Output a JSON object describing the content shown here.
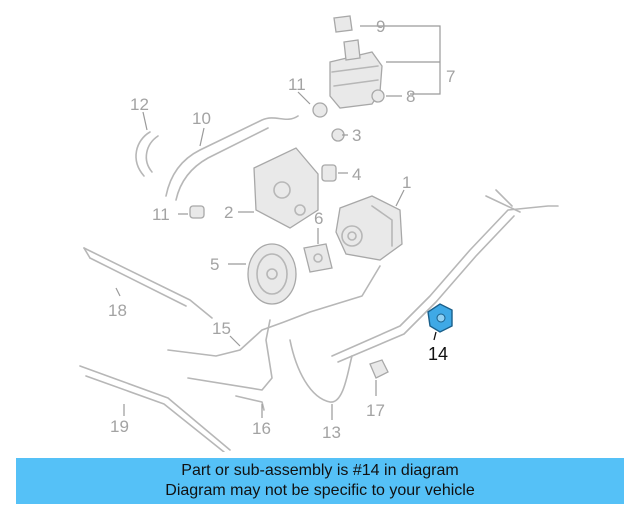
{
  "callouts": {
    "c1": "1",
    "c2": "2",
    "c3": "3",
    "c4": "4",
    "c5": "5",
    "c6": "6",
    "c7": "7",
    "c8": "8",
    "c9": "9",
    "c10": "10",
    "c11a": "11",
    "c11b": "11",
    "c12": "12",
    "c13": "13",
    "c14": "14",
    "c15": "15",
    "c16": "16",
    "c17": "17",
    "c18": "18",
    "c19": "19"
  },
  "highlight": {
    "part": "14",
    "color": "#3fa9e6"
  },
  "banner": {
    "line1": "Part or sub-assembly is #14 in diagram",
    "line2": "Diagram may not be specific to your vehicle",
    "background": "#55c1f7"
  }
}
